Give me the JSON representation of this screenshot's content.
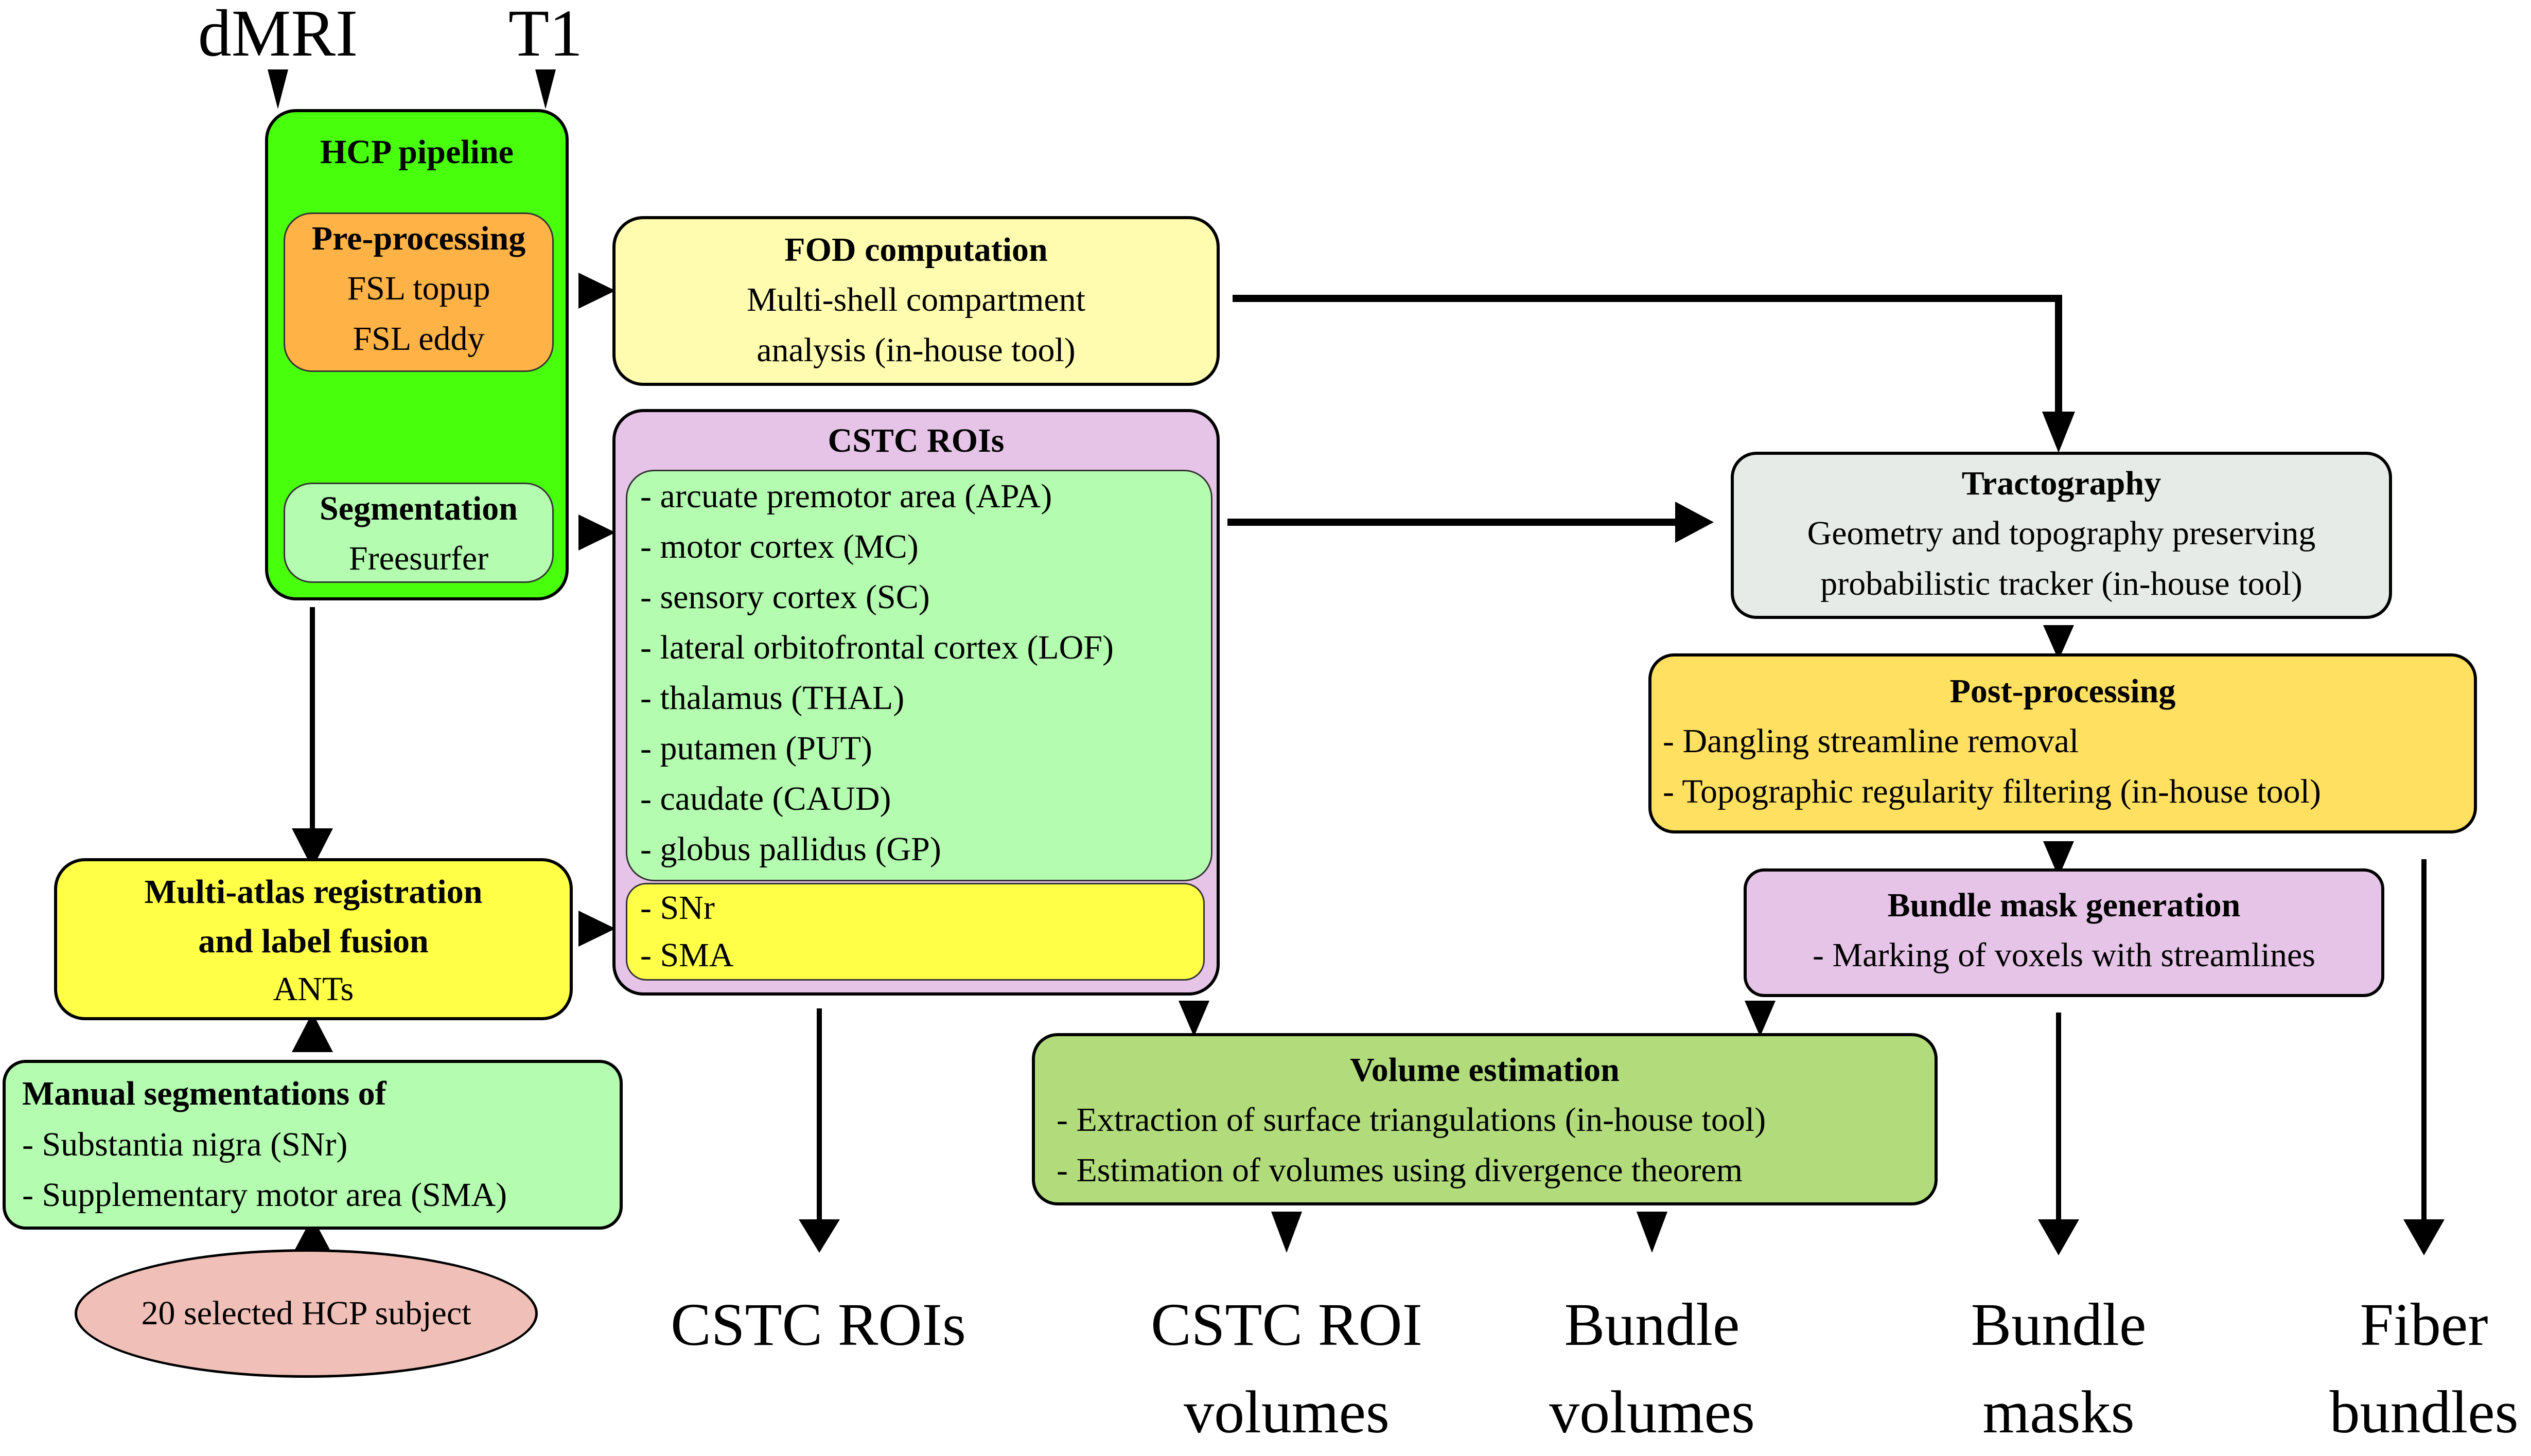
{
  "inputs": {
    "dmri": "dMRI",
    "t1": "T1"
  },
  "hcp_pipeline": {
    "title": "HCP pipeline",
    "preprocessing": {
      "title": "Pre-processing",
      "lines": [
        "FSL topup",
        "FSL eddy"
      ]
    },
    "segmentation": {
      "title": "Segmentation",
      "lines": [
        "Freesurfer"
      ]
    }
  },
  "fod": {
    "title": "FOD computation",
    "lines": [
      "Multi-shell compartment",
      "analysis (in-house tool)"
    ]
  },
  "cstc_rois": {
    "title": "CSTC ROIs",
    "freesurfer_items": [
      "- arcuate premotor area (APA)",
      "- motor cortex (MC)",
      "- sensory cortex (SC)",
      "- lateral orbitofrontal cortex (LOF)",
      "- thalamus (THAL)",
      "- putamen (PUT)",
      "- caudate (CAUD)",
      "- globus pallidus (GP)"
    ],
    "atlas_items": [
      "- SNr",
      "- SMA"
    ]
  },
  "multi_atlas": {
    "title_lines": [
      "Multi-atlas registration",
      "and label fusion"
    ],
    "lines": [
      "ANTs"
    ]
  },
  "manual_seg": {
    "title": "Manual segmentations of",
    "lines": [
      "- Substantia nigra (SNr)",
      "- Supplementary motor area (SMA)"
    ]
  },
  "subjects": {
    "label": "20 selected HCP subject"
  },
  "tractography": {
    "title": "Tractography",
    "lines": [
      "Geometry and topography preserving",
      "probabilistic tracker (in-house tool)"
    ]
  },
  "post_processing": {
    "title": "Post-processing",
    "lines": [
      "- Dangling streamline removal",
      "- Topographic regularity filtering (in-house tool)"
    ]
  },
  "bundle_mask": {
    "title": "Bundle mask generation",
    "lines": [
      "- Marking of voxels with streamlines"
    ]
  },
  "volume_estimation": {
    "title": "Volume estimation",
    "lines": [
      "- Extraction of surface triangulations (in-house tool)",
      "- Estimation of volumes using divergence theorem"
    ]
  },
  "outputs": [
    {
      "lines": [
        "CSTC ROIs"
      ]
    },
    {
      "lines": [
        "CSTC ROI",
        "volumes"
      ]
    },
    {
      "lines": [
        "Bundle",
        "volumes"
      ]
    },
    {
      "lines": [
        "Bundle",
        "masks"
      ]
    },
    {
      "lines": [
        "Fiber",
        "bundles"
      ]
    }
  ],
  "colors": {
    "hcp_green": "#48ff0c",
    "preproc_orange": "#ffb347",
    "light_green": "#b4fcb0",
    "fod_yellow": "#fffcb0",
    "cstc_purple": "#e6c4e8",
    "bright_yellow": "#ffff48",
    "tract_gray": "#e6ebe8",
    "post_yellow": "#ffe060",
    "volume_green": "#b2dc7c",
    "subject_pink": "#f0c0b8"
  }
}
